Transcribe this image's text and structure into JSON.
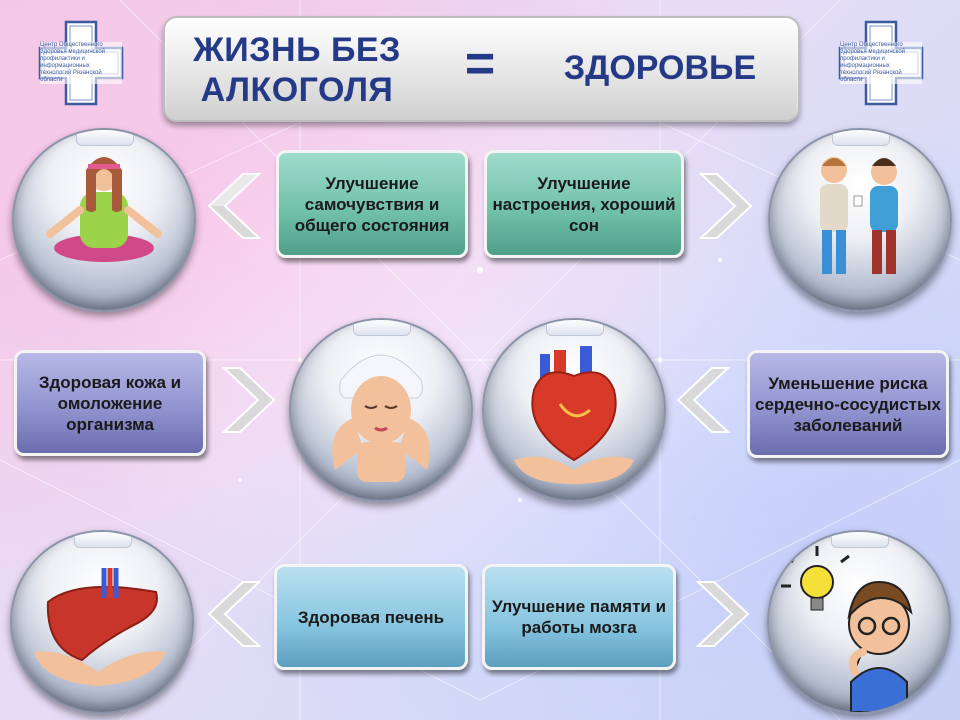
{
  "title": {
    "left": "ЖИЗНЬ БЕЗ АЛКОГОЛЯ",
    "equals": "=",
    "right": "ЗДОРОВЬЕ"
  },
  "logo": {
    "text": "Центр Общественного Здоровья медицинской профилактики и информационных технологий Рязанской области"
  },
  "benefits": {
    "wellbeing": "Улучшение самочувствия и общего состояния",
    "mood": "Улучшение настроения, хороший сон",
    "skin": "Здоровая кожа и омоложение организма",
    "heart": "Уменьшение риска сердечно-сосудистых заболеваний",
    "liver": "Здоровая печень",
    "memory": "Улучшение памяти и работы мозга"
  },
  "colors": {
    "title_text": "#243a86",
    "teal_box": "#6fbfa7",
    "blue_box": "#86c4df",
    "purple_box": "#8e90cd"
  }
}
